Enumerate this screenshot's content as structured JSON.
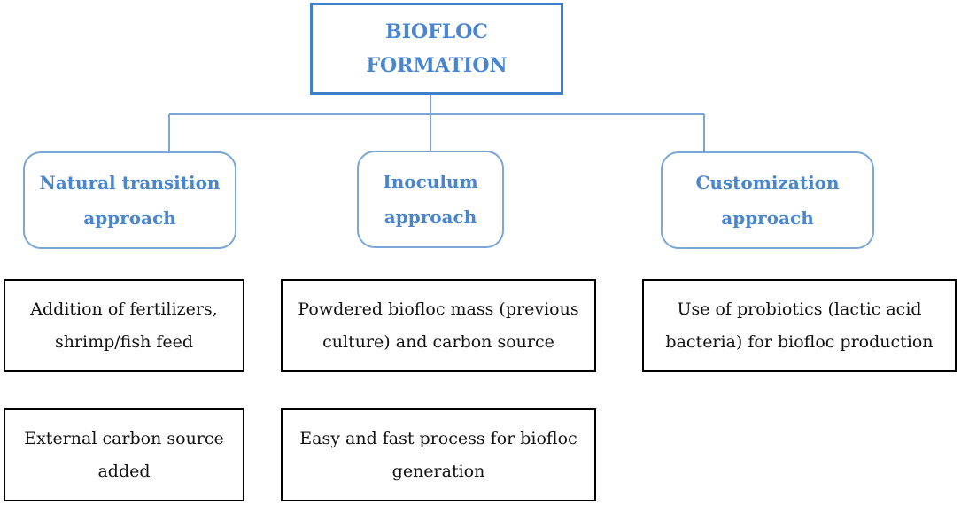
{
  "root": {
    "lines": [
      "BIOFLOC",
      "FORMATION"
    ]
  },
  "approaches": [
    {
      "lines": [
        "Natural transition",
        "approach"
      ]
    },
    {
      "lines": [
        "Inoculum",
        "approach"
      ]
    },
    {
      "lines": [
        "Customization",
        "approach"
      ]
    }
  ],
  "details": {
    "natural_1": [
      "Addition of fertilizers,",
      "shrimp/fish feed"
    ],
    "inoculum_1": [
      "Powdered biofloc mass (previous",
      "culture) and carbon source"
    ],
    "custom_1": [
      "Use of probiotics (lactic acid",
      "bacteria) for biofloc production"
    ],
    "natural_2": [
      "External carbon source",
      "added"
    ],
    "inoculum_2": [
      "Easy and fast process for biofloc",
      "generation"
    ]
  },
  "colors": {
    "accent": "#4a86cf",
    "root_border": "#3d7fc8",
    "connector": "#7aa6d8",
    "detail_border": "#000000"
  }
}
